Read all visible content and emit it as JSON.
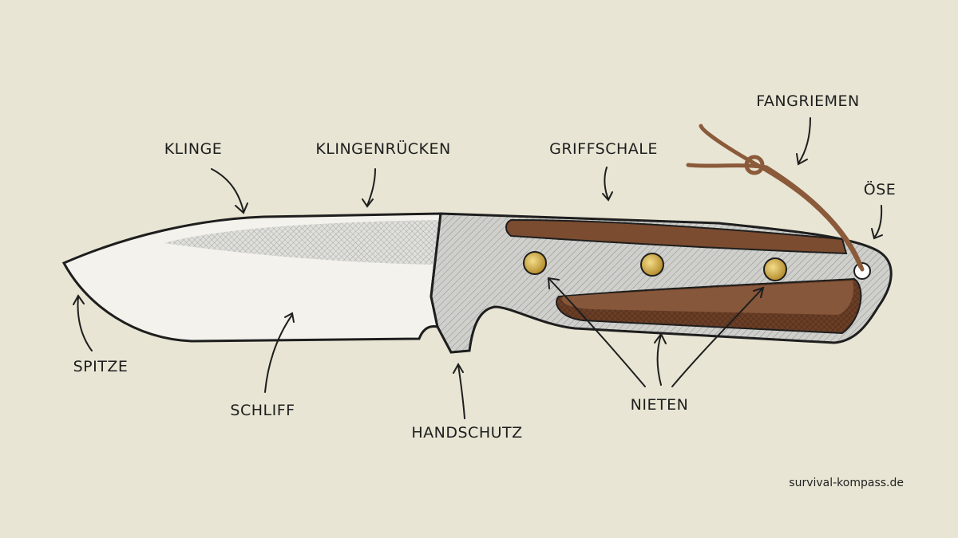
{
  "labels": {
    "klinge": "KLINGE",
    "klingenruecken": "KLINGENRÜCKEN",
    "griffschale": "GRIFFSCHALE",
    "fangriemen": "FANGRIEMEN",
    "oese": "ÖSE",
    "spitze": "SPITZE",
    "schliff": "SCHLIFF",
    "handschutz": "HANDSCHUTZ",
    "nieten": "NIETEN"
  },
  "credit": "survival-kompass.de",
  "colors": {
    "background": "#e8e5d4",
    "blade": "#f1f0ea",
    "steel": "#c9c9c6",
    "wood": "#7a4a2e",
    "rivet": "#d4b04a",
    "lanyard": "#8a5a3a",
    "ink": "#1e1e1e"
  }
}
